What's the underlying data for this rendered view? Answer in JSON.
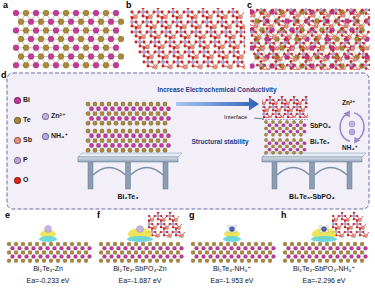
{
  "diagram": {
    "labels": [
      "a",
      "b",
      "c",
      "d",
      "Increase Electrochemical Conductivity",
      "Interface",
      "SbPO₄",
      "Bi₂Te₃",
      "Structural stability",
      "Bi₂Te₃",
      "Bi₂Te₃-SbPO₄",
      "Zn²⁺",
      "NH₄⁺",
      "e",
      "f",
      "g",
      "h",
      "Bi₂Te₃-Zn",
      "Ea=-0.233 eV",
      "Bi₂Te₃-SbPO₄-Zn",
      "Ea=-1.687 eV",
      "Bi₂Te₃-NH₄⁺",
      "Ea=-1.953 eV",
      "Bi₂Te₃-SbPO₄-NH₄⁺",
      "Ea=-2.296 eV"
    ],
    "legend": [
      {
        "text": "Bi",
        "color": "#c4399c"
      },
      {
        "text": "Te",
        "color": "#a8893a"
      },
      {
        "text": "Zn²⁺",
        "color": "#c6b3e6"
      },
      {
        "text": "Sb",
        "color": "#e58f7c"
      },
      {
        "text": "NH₄⁺",
        "color": "#b9a7e0"
      },
      {
        "text": "P",
        "color": "#b9a3dc"
      },
      {
        "text": "O",
        "color": "#e0261f"
      }
    ]
  }
}
